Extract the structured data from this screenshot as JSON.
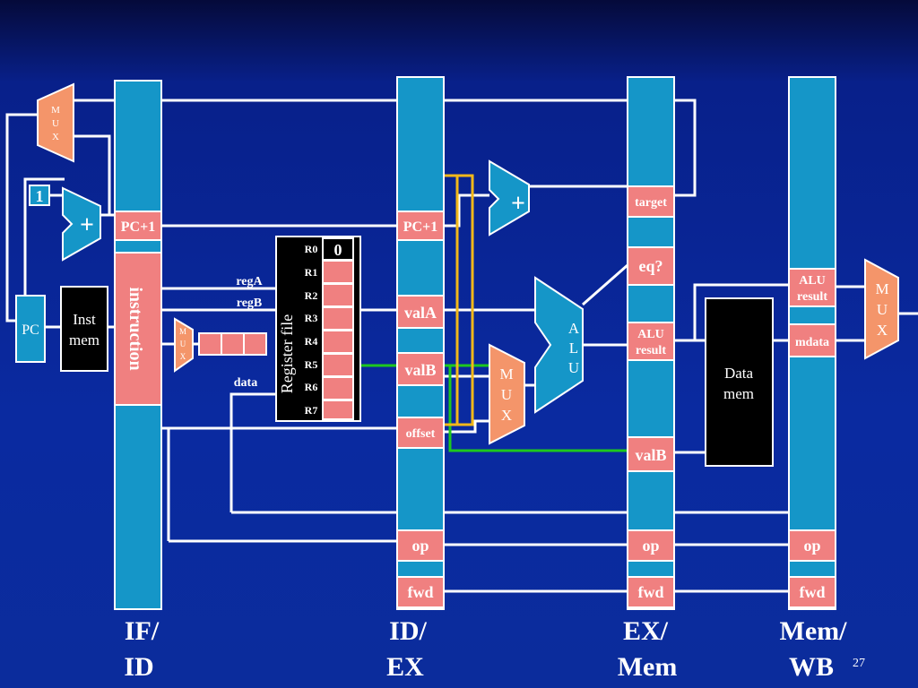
{
  "colors": {
    "wire": "#ffffff",
    "forward_green": "#1ec81e",
    "forward_yellow": "#f2b81a",
    "latch": "#1596c8",
    "field": "#f08080",
    "mux": "#f4956a",
    "black_block": "#000000"
  },
  "pipeline_registers": {
    "if_id": {
      "label_line1": "IF/",
      "label_line2": "ID",
      "pc1": "PC+1",
      "instruction": "instruction"
    },
    "id_ex": {
      "label_line1": "ID/",
      "label_line2": "EX",
      "pc1": "PC+1",
      "valA": "valA",
      "valB": "valB",
      "offset": "offset",
      "op": "op",
      "fwd": "fwd"
    },
    "ex_mem": {
      "label_line1": "EX/",
      "label_line2": "Mem",
      "target": "target",
      "eq": "eq?",
      "alu_result": "ALU result",
      "valB": "valB",
      "op": "op",
      "fwd": "fwd"
    },
    "mem_wb": {
      "label_line1": "Mem/",
      "label_line2": "WB",
      "alu_result": "ALU result",
      "mdata": "mdata",
      "op": "op",
      "fwd": "fwd"
    }
  },
  "units": {
    "pc": "PC",
    "inst_mem_line1": "Inst",
    "inst_mem_line2": "mem",
    "const_one": "1",
    "adder_symbol": "+",
    "mux_letters": [
      "M",
      "U",
      "X"
    ],
    "alu_letters": [
      "A",
      "L",
      "U"
    ],
    "data_mem_line1": "Data",
    "data_mem_line2": "mem"
  },
  "register_file": {
    "title": "Register file",
    "registers": [
      "R0",
      "R1",
      "R2",
      "R3",
      "R4",
      "R5",
      "R6",
      "R7"
    ],
    "r0_value": "0",
    "port_labels": {
      "regA": "regA",
      "regB": "regB",
      "data": "data"
    }
  },
  "slide_number": "27"
}
